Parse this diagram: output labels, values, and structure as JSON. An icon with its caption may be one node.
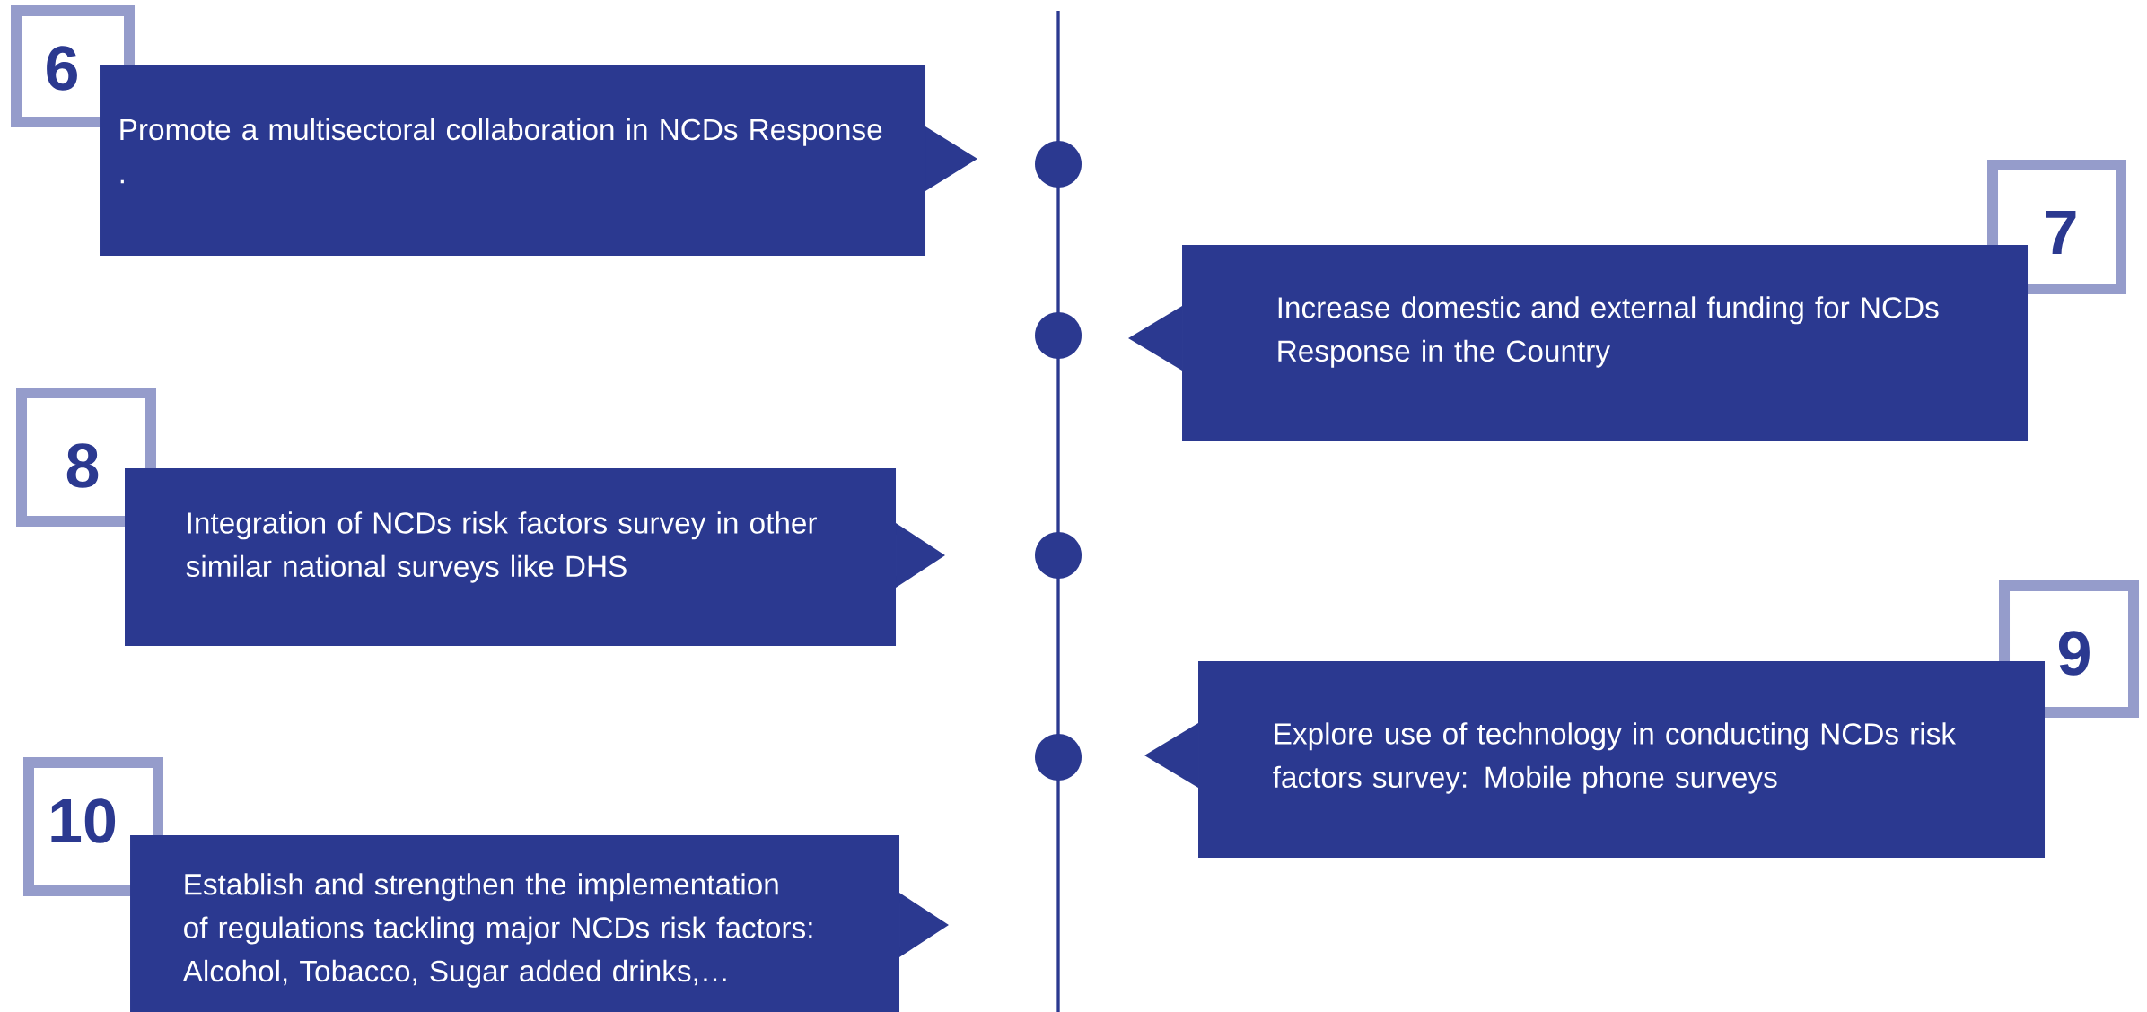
{
  "diagram": {
    "nodes": [
      {
        "text": [
          "6"
        ]
      },
      {
        "text": [
          "Promote a multisectoral collaboration in NCDs Response ."
        ]
      },
      {
        "text": [],
        "shape": "circle"
      },
      {
        "text": [
          "7"
        ]
      },
      {
        "text": [
          "Increase domestic and external funding for NCDs Response in the Country"
        ]
      },
      {
        "text": [],
        "shape": "circle"
      },
      {
        "text": [
          "8"
        ]
      },
      {
        "text": [
          "Integration of NCDs risk factors survey in other similar national surveys like DHS"
        ]
      },
      {
        "text": [],
        "shape": "circle"
      },
      {
        "text": [
          "9"
        ]
      },
      {
        "text": [
          "Explore use of technology in conducting NCDs risk factors survey: Mobile phone surveys"
        ]
      },
      {
        "text": [],
        "shape": "circle"
      },
      {
        "text": [
          "10"
        ]
      },
      {
        "text": [
          "Establish and strengthen the implementation of regulations tackling major NCDs risk factors: Alcohol, Tobacco, Sugar added drinks,…"
        ]
      }
    ]
  }
}
